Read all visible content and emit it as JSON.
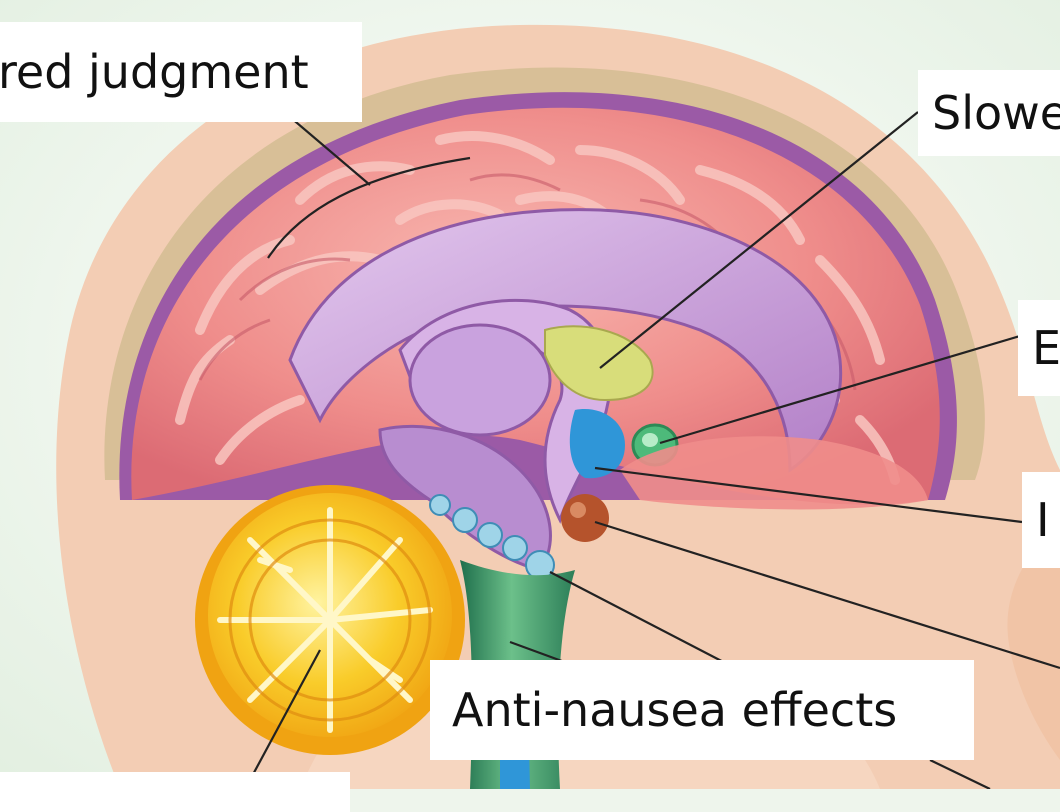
{
  "labels": {
    "impaired_judgment": "red judgment",
    "slowed": "Slowe",
    "right_e": "E",
    "right_i": "I",
    "anti_nausea": "Anti-nausea effects",
    "bottom_left": ""
  },
  "colors": {
    "background": "#eef5ec",
    "head_skin": "#f3cdb4",
    "cerebrum": "#ee8686",
    "cerebrum_highlight": "#f6aaa5",
    "meninges": "#9b5aa6",
    "limbic_lavender": "#c99cd9",
    "cerebellum": "#f7c21a",
    "brainstem": "#2f8a62",
    "thalamus_yellow_green": "#d8dd7a",
    "hypothalamus_blue": "#2f96d8",
    "amygdala_green": "#4dba7a",
    "pituitary_brown": "#b5532c",
    "leader_line": "#222222",
    "label_box": "#ffffff",
    "label_text": "#111111"
  }
}
